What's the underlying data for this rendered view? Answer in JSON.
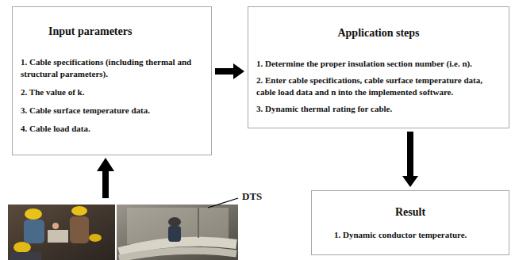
{
  "diagram": {
    "nodes": [
      {
        "text": [
          "Input parameters",
          "1. Cable specifications (including thermal and structural parameters).",
          "2. The value of k.",
          "3. Cable surface temperature data.",
          "4. Cable load data."
        ]
      },
      {
        "text": [
          "Application steps",
          "1. Determine the proper insulation section number (i.e. n).",
          "2. Enter cable specifications, cable surface temperature data, cable load data and n into the implemented software.",
          "3. Dynamic thermal rating for cable."
        ]
      },
      {
        "text": [
          "Result",
          "1. Dynamic conductor temperature."
        ]
      }
    ],
    "edges": [
      {
        "from": 0,
        "to": 1,
        "arrow": "to"
      },
      {
        "from": 1,
        "to": 2,
        "arrow": "to"
      }
    ],
    "labels": [
      "DTS"
    ]
  }
}
